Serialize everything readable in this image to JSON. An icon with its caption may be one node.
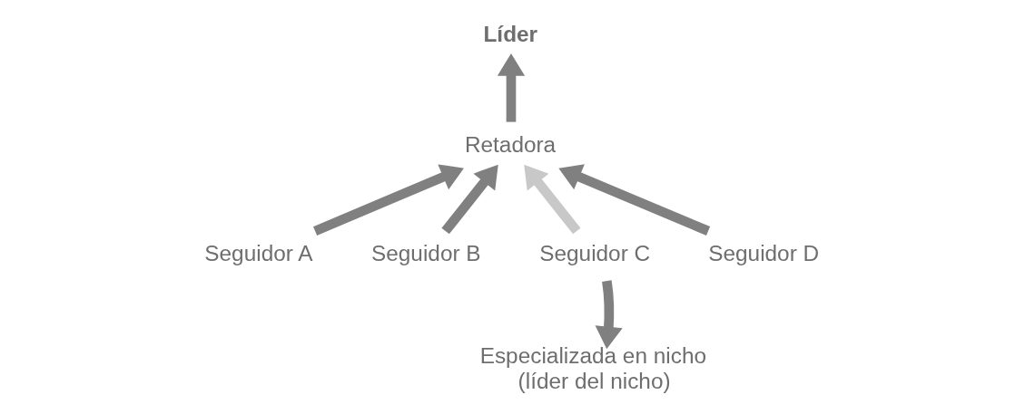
{
  "diagram": {
    "nodes": [
      {
        "text": [
          "Líder"
        ]
      },
      {
        "text": [
          "Retadora"
        ]
      },
      {
        "text": [
          "Seguidor A"
        ]
      },
      {
        "text": [
          "Seguidor B"
        ]
      },
      {
        "text": [
          "Seguidor C"
        ]
      },
      {
        "text": [
          "Seguidor D"
        ]
      },
      {
        "text": [
          "Especializada en nicho (líder del nicho)"
        ]
      }
    ],
    "edges": [
      {
        "from": 1,
        "to": 0,
        "arrow": "to"
      },
      {
        "from": 2,
        "to": 1,
        "arrow": "to"
      },
      {
        "from": 3,
        "to": 1,
        "arrow": "to"
      },
      {
        "from": 4,
        "to": 1,
        "arrow": "to",
        "color": "#c8c8c8"
      },
      {
        "from": 5,
        "to": 1,
        "arrow": "to"
      },
      {
        "from": 4,
        "to": 6,
        "arrow": "to"
      }
    ]
  }
}
